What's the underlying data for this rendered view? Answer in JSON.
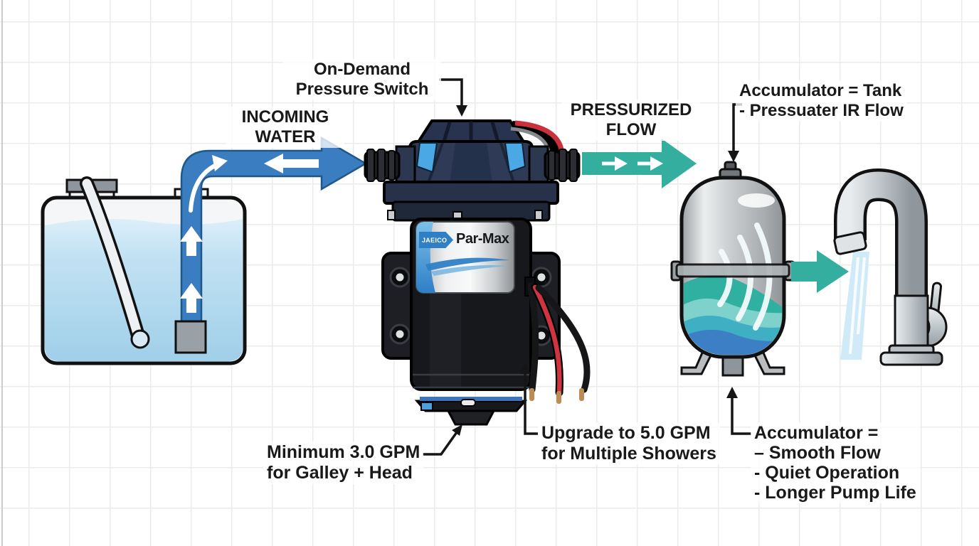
{
  "labels": {
    "pressure_switch": {
      "line1": "On-Demand",
      "line2": "Pressure Switch"
    },
    "incoming_water": {
      "line1": "INCOMING",
      "line2": "WATER"
    },
    "pressurized_flow": {
      "line1": "PRESSURIZED",
      "line2": "FLOW"
    },
    "accumulator_tank": {
      "line1": "Accumulator = Tank",
      "line2": "- Pressuater IR Flow"
    },
    "min_gpm": {
      "line1": "Minimum 3.0 GPM",
      "line2": "for Galley + Head"
    },
    "upgrade_gpm": {
      "line1": "Upgrade to 5.0 GPM",
      "line2": "for Multiple Showers"
    },
    "accumulator_benefits": {
      "line1": "Accumulator =",
      "line2": "– Smooth Flow",
      "line3": "- Quiet Operation",
      "line4": "- Longer Pump Life"
    }
  },
  "pump": {
    "brand": "JAEICO",
    "model": "Par-Max"
  },
  "icons": {
    "incoming_flow": "blue-right-arrow",
    "reverse_flow": "white-left-arrow",
    "tube_flow": "white-up-arrow",
    "elbow_flow": "white-curved-arrow",
    "pressurized_flow": "teal-right-arrow",
    "outlet_flow": "teal-right-arrow",
    "annotation_pointer": "black-arrow"
  },
  "colors": {
    "incoming_blue": "#3b7dc1",
    "pressurized_teal": "#33ae9f",
    "tank_water_top": "#d9edf8",
    "tank_water_bottom": "#a5d2ea",
    "accumulator_teal": "#2fb0a1",
    "accumulator_blue": "#3c7fc4",
    "annotation_black": "#151515",
    "pump_navy": "#2e3a56",
    "label_silver": "#d9dadb",
    "wire_red": "#d03440"
  }
}
